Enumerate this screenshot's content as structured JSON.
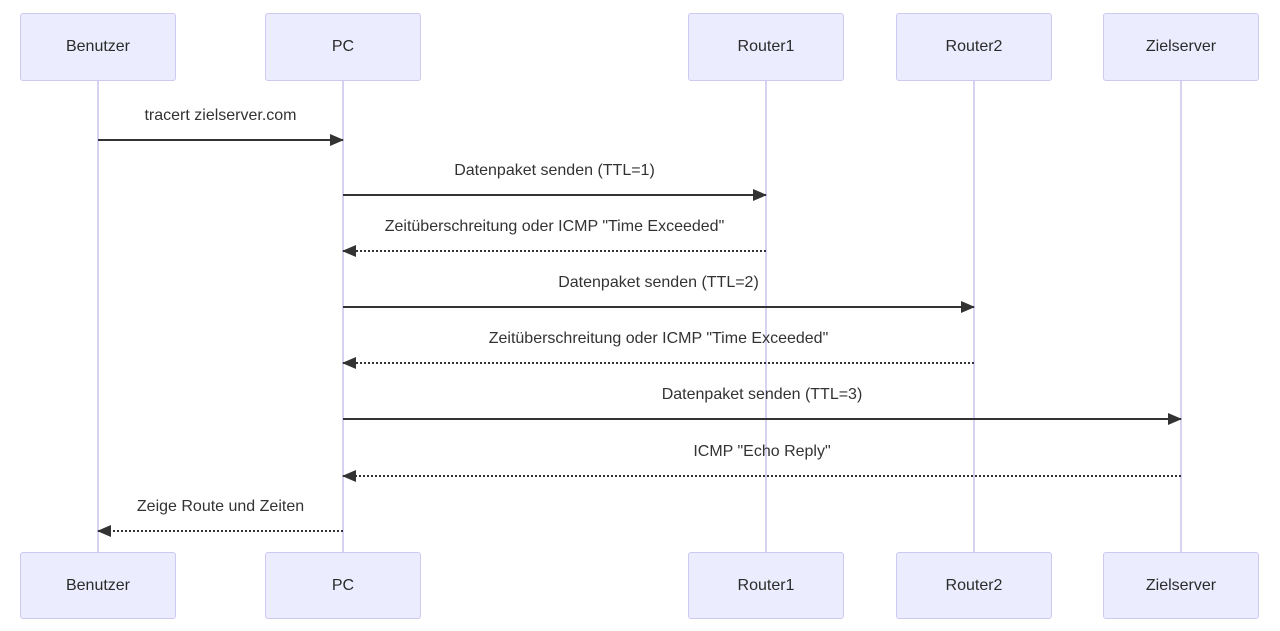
{
  "diagram": {
    "type": "sequence",
    "actors": [
      {
        "id": "benutzer",
        "label": "Benutzer"
      },
      {
        "id": "pc",
        "label": "PC"
      },
      {
        "id": "router1",
        "label": "Router1"
      },
      {
        "id": "router2",
        "label": "Router2"
      },
      {
        "id": "zielserver",
        "label": "Zielserver"
      }
    ],
    "messages": [
      {
        "from": "Benutzer",
        "to": "PC",
        "label": "tracert zielserver.com",
        "line": "solid",
        "direction": "right"
      },
      {
        "from": "PC",
        "to": "Router1",
        "label": "Datenpaket senden (TTL=1)",
        "line": "solid",
        "direction": "right"
      },
      {
        "from": "Router1",
        "to": "PC",
        "label": "Zeitüberschreitung oder ICMP \"Time Exceeded\"",
        "line": "dotted",
        "direction": "left"
      },
      {
        "from": "PC",
        "to": "Router2",
        "label": "Datenpaket senden (TTL=2)",
        "line": "solid",
        "direction": "right"
      },
      {
        "from": "Router2",
        "to": "PC",
        "label": "Zeitüberschreitung oder ICMP \"Time Exceeded\"",
        "line": "dotted",
        "direction": "left"
      },
      {
        "from": "PC",
        "to": "Zielserver",
        "label": "Datenpaket senden (TTL=3)",
        "line": "solid",
        "direction": "right"
      },
      {
        "from": "Zielserver",
        "to": "PC",
        "label": "ICMP \"Echo Reply\"",
        "line": "dotted",
        "direction": "left"
      },
      {
        "from": "PC",
        "to": "Benutzer",
        "label": "Zeige Route und Zeiten",
        "line": "dotted",
        "direction": "left"
      }
    ],
    "colors": {
      "actor_fill": "#ececff",
      "actor_border": "#cfc8f0",
      "lifeline": "#d8d2f0",
      "message_line": "#333333",
      "text": "#2b2b2b",
      "background": "#ffffff"
    }
  }
}
